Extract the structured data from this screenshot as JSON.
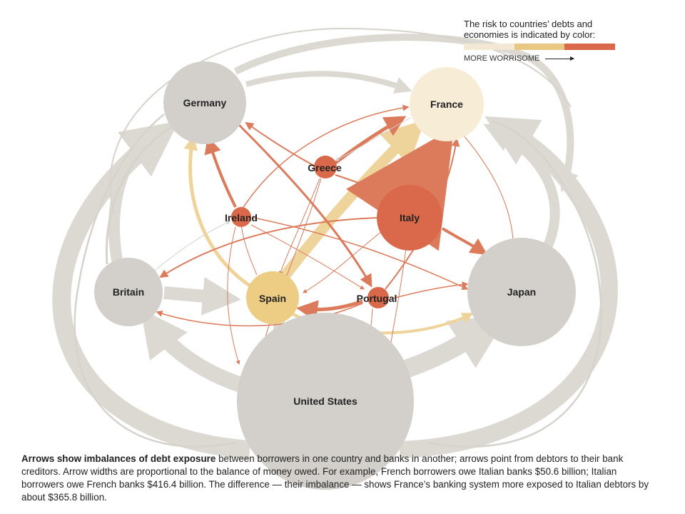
{
  "legend": {
    "title": "The risk to countries’ debts and economies is indicated by color:",
    "scale_colors": [
      "#f3e8d4",
      "#e8c882",
      "#d9694a"
    ],
    "direction_label": "MORE WORRISOME"
  },
  "nodes": {
    "germany": {
      "label": "Germany",
      "color": "#d3d0cb"
    },
    "france": {
      "label": "France",
      "color": "#f7ecd5"
    },
    "greece": {
      "label": "Greece",
      "color": "#d9694a"
    },
    "ireland": {
      "label": "Ireland",
      "color": "#d9694a"
    },
    "italy": {
      "label": "Italy",
      "color": "#d9694a"
    },
    "britain": {
      "label": "Britain",
      "color": "#d3d0cb"
    },
    "spain": {
      "label": "Spain",
      "color": "#eccd83"
    },
    "portugal": {
      "label": "Portugal",
      "color": "#d9694a"
    },
    "japan": {
      "label": "Japan",
      "color": "#d3d0cb"
    },
    "united_states": {
      "label": "United States",
      "color": "#d3d0cb"
    }
  },
  "colors": {
    "gray_arrow": "#dcd9d3",
    "red_arrow": "#dc7a5c",
    "yellow_arrow": "#eed49a"
  },
  "caption": {
    "bold": "Arrows show imbalances of debt exposure",
    "text": " between borrowers in one country and banks in another; arrows point from debtors to their bank creditors. Arrow widths are proportional to the balance of money owed. For example, French borrowers owe Italian banks $50.6 billion; Italian borrowers owe French banks $416.4 billion. The difference — their imbalance — shows France’s banking system more exposed to Italian debtors by about $365.8 billion."
  }
}
